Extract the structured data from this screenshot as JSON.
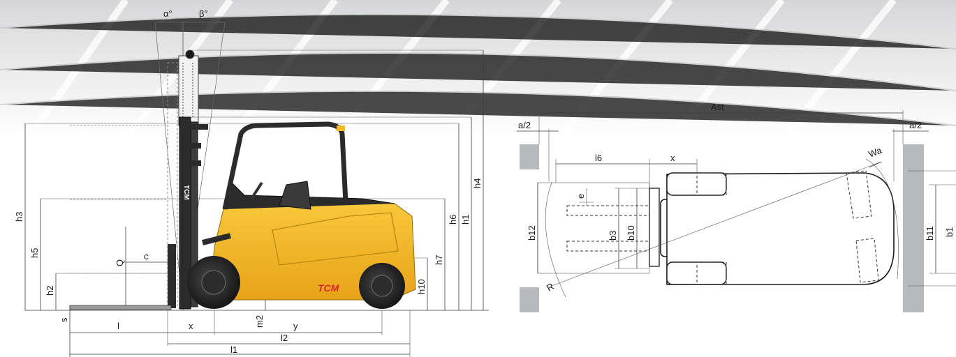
{
  "diagram": {
    "side_view_labels": {
      "alpha": "α°",
      "beta": "β°",
      "h3": "h3",
      "h5": "h5",
      "h2": "h2",
      "Q": "Q",
      "c": "c",
      "s": "s",
      "l": "l",
      "x": "x",
      "m2": "m2",
      "y": "y",
      "l2": "l2",
      "l1": "l1",
      "h10": "h10",
      "h7": "h7",
      "h6": "h6",
      "h1": "h1",
      "h4": "h4"
    },
    "top_view_labels": {
      "Ast": "Ast",
      "a2_left": "a/2",
      "a2_right": "a/2",
      "l6": "l6",
      "x": "x",
      "Wa": "Wa",
      "e": "e",
      "b12": "b12",
      "b3": "b3",
      "b10": "b10",
      "b11": "b11",
      "b1": "b1",
      "R": "R"
    },
    "brand": "TCM",
    "colors": {
      "body_yellow": "#f5b829",
      "dark_grey": "#2b2b2b",
      "wall_grey": "#b7b9bd",
      "brand_red": "#d8262e"
    }
  }
}
